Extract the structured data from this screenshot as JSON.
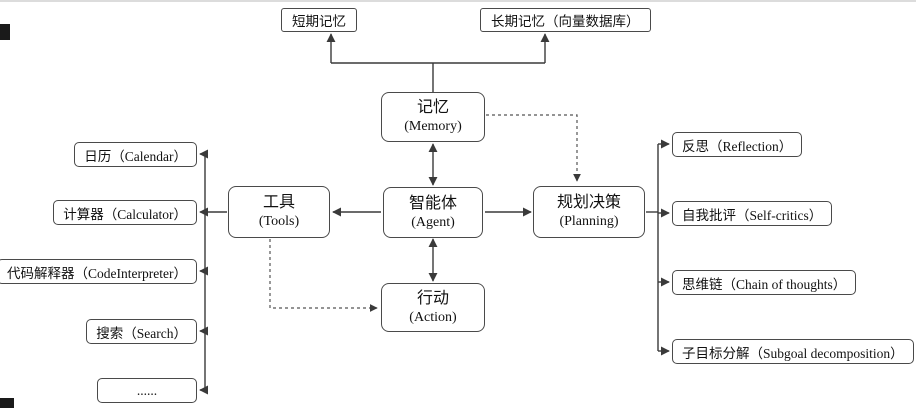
{
  "colors": {
    "background": "#ffffff",
    "box_border": "#4a4a4a",
    "connector": "#3a3a3a",
    "dashed_connector": "#555555"
  },
  "memory_sources": [
    {
      "label": "短期记忆"
    },
    {
      "label": "长期记忆（向量数据库）"
    }
  ],
  "nodes": {
    "memory": {
      "zh": "记忆",
      "en": "(Memory)"
    },
    "agent": {
      "zh": "智能体",
      "en": "(Agent)"
    },
    "tools": {
      "zh": "工具",
      "en": "(Tools)"
    },
    "planning": {
      "zh": "规划决策",
      "en": "(Planning)"
    },
    "action": {
      "zh": "行动",
      "en": "(Action)"
    }
  },
  "tool_items": [
    "日历（Calendar）",
    "计算器（Calculator）",
    "代码解释器（CodeInterpreter）",
    "搜索（Search）",
    "......"
  ],
  "planning_items": [
    "反思（Reflection）",
    "自我批评（Self-critics）",
    "思维链（Chain of thoughts）",
    "子目标分解（Subgoal decomposition）"
  ]
}
